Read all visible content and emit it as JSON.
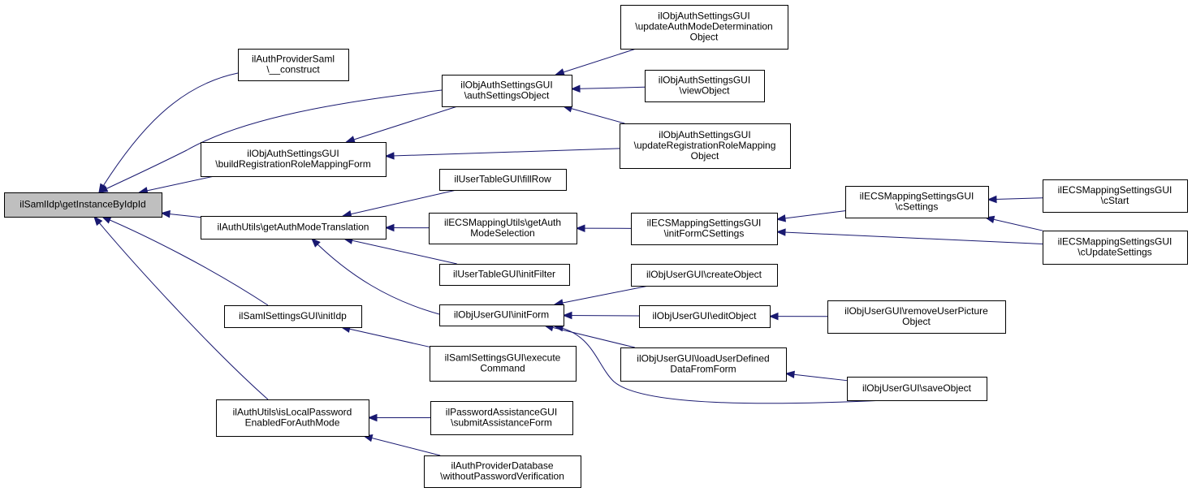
{
  "colors": {
    "edge": "#191970",
    "root_fill": "#bfbfbf",
    "node_fill": "#ffffff",
    "border": "#000000"
  },
  "nodes": [
    {
      "id": "root",
      "lines": [
        "ilSamlIdp\\getInstanceByIdpId"
      ]
    },
    {
      "id": "saml_construct",
      "lines": [
        "ilAuthProviderSaml",
        "\\__construct"
      ]
    },
    {
      "id": "auth_settings_object",
      "lines": [
        "ilObjAuthSettingsGUI",
        "\\authSettingsObject"
      ]
    },
    {
      "id": "build_reg_role",
      "lines": [
        "ilObjAuthSettingsGUI",
        "\\buildRegistrationRoleMappingForm"
      ]
    },
    {
      "id": "update_auth_mode",
      "lines": [
        "ilObjAuthSettingsGUI",
        "\\updateAuthModeDetermination",
        "Object"
      ]
    },
    {
      "id": "view_object",
      "lines": [
        "ilObjAuthSettingsGUI",
        "\\viewObject"
      ]
    },
    {
      "id": "update_reg_role",
      "lines": [
        "ilObjAuthSettingsGUI",
        "\\updateRegistrationRoleMapping",
        "Object"
      ]
    },
    {
      "id": "get_auth_mode_translation",
      "lines": [
        "ilAuthUtils\\getAuthModeTranslation"
      ]
    },
    {
      "id": "user_table_fillrow",
      "lines": [
        "ilUserTableGUI\\fillRow"
      ]
    },
    {
      "id": "ecs_utils_get_auth",
      "lines": [
        "ilECSMappingUtils\\getAuth",
        "ModeSelection"
      ]
    },
    {
      "id": "user_table_initfilter",
      "lines": [
        "ilUserTableGUI\\initFilter"
      ]
    },
    {
      "id": "obj_user_initform",
      "lines": [
        "ilObjUserGUI\\initForm"
      ]
    },
    {
      "id": "ecs_initform_csettings",
      "lines": [
        "ilECSMappingSettingsGUI",
        "\\initFormCSettings"
      ]
    },
    {
      "id": "ecs_csettings",
      "lines": [
        "ilECSMappingSettingsGUI",
        "\\cSettings"
      ]
    },
    {
      "id": "ecs_cstart",
      "lines": [
        "ilECSMappingSettingsGUI",
        "\\cStart"
      ]
    },
    {
      "id": "ecs_cupdate",
      "lines": [
        "ilECSMappingSettingsGUI",
        "\\cUpdateSettings"
      ]
    },
    {
      "id": "saml_init_idp",
      "lines": [
        "ilSamlSettingsGUI\\initIdp"
      ]
    },
    {
      "id": "saml_execute",
      "lines": [
        "ilSamlSettingsGUI\\execute",
        "Command"
      ]
    },
    {
      "id": "create_object",
      "lines": [
        "ilObjUserGUI\\createObject"
      ]
    },
    {
      "id": "edit_object",
      "lines": [
        "ilObjUserGUI\\editObject"
      ]
    },
    {
      "id": "remove_user_picture",
      "lines": [
        "ilObjUserGUI\\removeUserPicture",
        "Object"
      ]
    },
    {
      "id": "load_user_defined",
      "lines": [
        "ilObjUserGUI\\loadUserDefined",
        "DataFromForm"
      ]
    },
    {
      "id": "save_object",
      "lines": [
        "ilObjUserGUI\\saveObject"
      ]
    },
    {
      "id": "is_local_password",
      "lines": [
        "ilAuthUtils\\isLocalPassword",
        "EnabledForAuthMode"
      ]
    },
    {
      "id": "password_assistance",
      "lines": [
        "ilPasswordAssistanceGUI",
        "\\submitAssistanceForm"
      ]
    },
    {
      "id": "auth_provider_db",
      "lines": [
        "ilAuthProviderDatabase",
        "\\withoutPasswordVerification"
      ]
    }
  ],
  "edges": [
    {
      "from": "saml_construct",
      "to": "root"
    },
    {
      "from": "auth_settings_object",
      "to": "root"
    },
    {
      "from": "build_reg_role",
      "to": "root"
    },
    {
      "from": "get_auth_mode_translation",
      "to": "root"
    },
    {
      "from": "saml_init_idp",
      "to": "root"
    },
    {
      "from": "is_local_password",
      "to": "root"
    },
    {
      "from": "auth_settings_object",
      "to": "build_reg_role"
    },
    {
      "from": "update_auth_mode",
      "to": "auth_settings_object"
    },
    {
      "from": "view_object",
      "to": "auth_settings_object"
    },
    {
      "from": "update_reg_role",
      "to": "auth_settings_object"
    },
    {
      "from": "update_reg_role",
      "to": "build_reg_role"
    },
    {
      "from": "user_table_fillrow",
      "to": "get_auth_mode_translation"
    },
    {
      "from": "ecs_utils_get_auth",
      "to": "get_auth_mode_translation"
    },
    {
      "from": "user_table_initfilter",
      "to": "get_auth_mode_translation"
    },
    {
      "from": "obj_user_initform",
      "to": "get_auth_mode_translation"
    },
    {
      "from": "ecs_initform_csettings",
      "to": "ecs_utils_get_auth"
    },
    {
      "from": "ecs_csettings",
      "to": "ecs_initform_csettings"
    },
    {
      "from": "ecs_cupdate",
      "to": "ecs_initform_csettings"
    },
    {
      "from": "ecs_cstart",
      "to": "ecs_csettings"
    },
    {
      "from": "ecs_cupdate",
      "to": "ecs_csettings"
    },
    {
      "from": "saml_execute",
      "to": "saml_init_idp"
    },
    {
      "from": "create_object",
      "to": "obj_user_initform"
    },
    {
      "from": "edit_object",
      "to": "obj_user_initform"
    },
    {
      "from": "load_user_defined",
      "to": "obj_user_initform"
    },
    {
      "from": "save_object",
      "to": "obj_user_initform"
    },
    {
      "from": "remove_user_picture",
      "to": "edit_object"
    },
    {
      "from": "save_object",
      "to": "load_user_defined"
    },
    {
      "from": "password_assistance",
      "to": "is_local_password"
    },
    {
      "from": "auth_provider_db",
      "to": "is_local_password"
    }
  ]
}
